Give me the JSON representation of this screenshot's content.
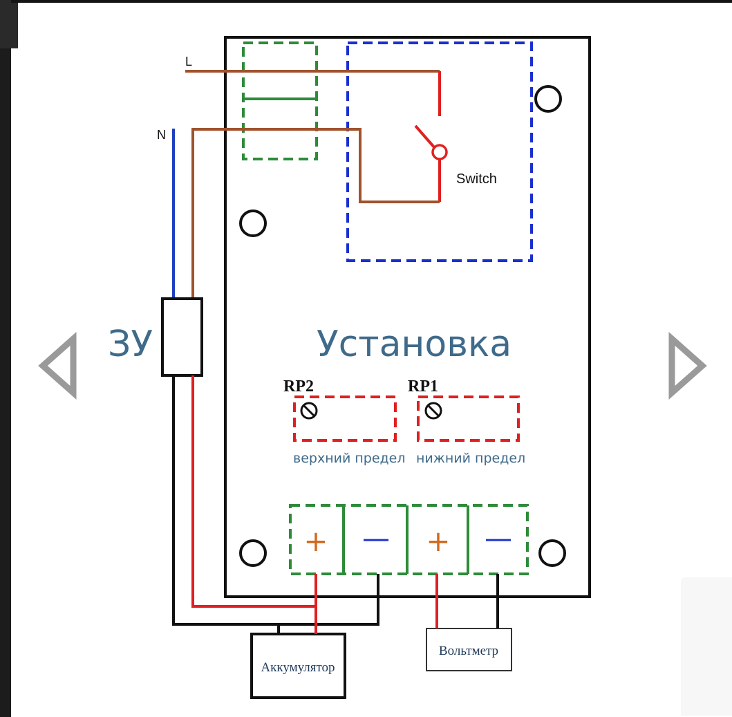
{
  "diagram": {
    "line_label": "L",
    "neutral_label": "N",
    "switch_label": "Switch",
    "charger_label": "ЗУ",
    "device_label": "Установка",
    "rp2_label": "RP2",
    "rp1_label": "RP1",
    "rp2_desc": "верхний предел",
    "rp1_desc": "нижний предел",
    "battery_label": "Аккумулятор",
    "voltmeter_label": "Вольтметр",
    "term_plus_1": "+",
    "term_minus_1": "—",
    "term_plus_2": "+",
    "term_minus_2": "—"
  },
  "colors": {
    "line_wire": "#a0522d",
    "neutral_wire": "#1f3fbf",
    "red_wire": "#e02020",
    "black_wire": "#111111",
    "relay_box": "#2e8b3a",
    "switch_box": "#1a2fd0",
    "pot_box": "#e02020",
    "label_text": "#3f6a8a"
  },
  "icons": [
    "chevron-left-icon",
    "chevron-right-icon",
    "potentiometer-icon",
    "mounting-hole-icon"
  ]
}
